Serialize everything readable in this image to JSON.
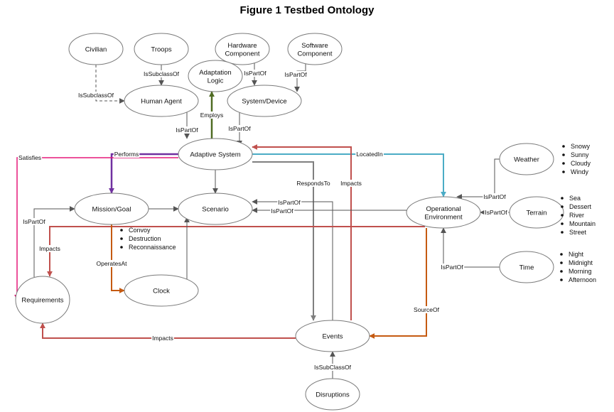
{
  "title": "Figure 1 Testbed Ontology",
  "colors": {
    "default": "#555555",
    "green": "#4f6b23",
    "purple": "#7030a0",
    "magenta": "#e6197a",
    "teal": "#4bacc6",
    "red": "#c0504d",
    "orange": "#c55a11",
    "gray": "#7f7f7f"
  },
  "nodes": [
    {
      "id": "civilian",
      "lines": [
        "Civilian"
      ]
    },
    {
      "id": "troops",
      "lines": [
        "Troops"
      ]
    },
    {
      "id": "hardware",
      "lines": [
        "Hardware",
        "Component"
      ]
    },
    {
      "id": "software",
      "lines": [
        "Software",
        "Component"
      ]
    },
    {
      "id": "adaptation",
      "lines": [
        "Adaptation",
        "Logic"
      ]
    },
    {
      "id": "human",
      "lines": [
        "Human Agent"
      ]
    },
    {
      "id": "system",
      "lines": [
        "System/Device"
      ]
    },
    {
      "id": "adaptive",
      "lines": [
        "Adaptive System"
      ]
    },
    {
      "id": "weather",
      "lines": [
        "Weather"
      ]
    },
    {
      "id": "mission",
      "lines": [
        "Mission/Goal"
      ]
    },
    {
      "id": "scenario",
      "lines": [
        "Scenario"
      ]
    },
    {
      "id": "openv",
      "lines": [
        "Operational",
        "Environment"
      ]
    },
    {
      "id": "terrain",
      "lines": [
        "Terrain"
      ]
    },
    {
      "id": "requirements",
      "lines": [
        "Requirements"
      ]
    },
    {
      "id": "clock",
      "lines": [
        "Clock"
      ]
    },
    {
      "id": "time",
      "lines": [
        "Time"
      ]
    },
    {
      "id": "events",
      "lines": [
        "Events"
      ]
    },
    {
      "id": "disruptions",
      "lines": [
        "Disruptions"
      ]
    }
  ],
  "edges": [
    {
      "id": "civilian-human",
      "label": "IsSubclassOf",
      "style": "default",
      "dash": true
    },
    {
      "id": "troops-human",
      "label": "IsSubclassOf",
      "style": "default"
    },
    {
      "id": "hardware-system",
      "label": "IsPartOf",
      "style": "default"
    },
    {
      "id": "software-system",
      "label": "IsPartOf",
      "style": "default"
    },
    {
      "id": "adaptive-adaptation",
      "label": "Employs",
      "style": "green"
    },
    {
      "id": "human-adaptive",
      "label": "IsPartOf",
      "style": "default"
    },
    {
      "id": "system-adaptive",
      "label": "IsPartOf",
      "style": "default"
    },
    {
      "id": "adaptive-mission",
      "label": "Performs",
      "style": "purple"
    },
    {
      "id": "adaptive-requirements",
      "label": "Satisfies",
      "style": "magenta"
    },
    {
      "id": "adaptive-openv",
      "label": "LocatedIn",
      "style": "teal"
    },
    {
      "id": "adaptive-scenario",
      "label": "",
      "style": "default"
    },
    {
      "id": "adaptive-events",
      "label": "RespondsTo",
      "style": "gray"
    },
    {
      "id": "events-adaptive",
      "label": "Impacts",
      "style": "red"
    },
    {
      "id": "weather-openv",
      "label": "IsPartOf",
      "style": "default"
    },
    {
      "id": "terrain-openv",
      "label": "IsPartOf",
      "style": "default"
    },
    {
      "id": "mission-scenario",
      "label": "",
      "style": "default"
    },
    {
      "id": "events-scenario",
      "label": "IsPartOf",
      "style": "default"
    },
    {
      "id": "openv-scenario",
      "label": "IsPartOf",
      "style": "default"
    },
    {
      "id": "requirements-mission",
      "label": "IsPartOf",
      "style": "default"
    },
    {
      "id": "openv-requirements",
      "label": "Impacts",
      "style": "red"
    },
    {
      "id": "mission-clock",
      "label": "OperatesAt",
      "style": "orange"
    },
    {
      "id": "clock-scenario",
      "label": "",
      "style": "default"
    },
    {
      "id": "time-openv",
      "label": "IsPartOf",
      "style": "default"
    },
    {
      "id": "openv-events",
      "label": "SourceOf",
      "style": "orange"
    },
    {
      "id": "events-requirements",
      "label": "Impacts",
      "style": "red"
    },
    {
      "id": "disruptions-events",
      "label": "IsSubClassOf",
      "style": "default"
    }
  ],
  "lists": {
    "weather": [
      "Snowy",
      "Sunny",
      "Cloudy",
      "Windy"
    ],
    "terrain": [
      "Sea",
      "Dessert",
      "River",
      "Mountain",
      "Street"
    ],
    "mission": [
      "Convoy",
      "Destruction",
      "Reconnaissance"
    ],
    "time": [
      "Night",
      "Midnight",
      "Morning",
      "Afternoon"
    ]
  }
}
